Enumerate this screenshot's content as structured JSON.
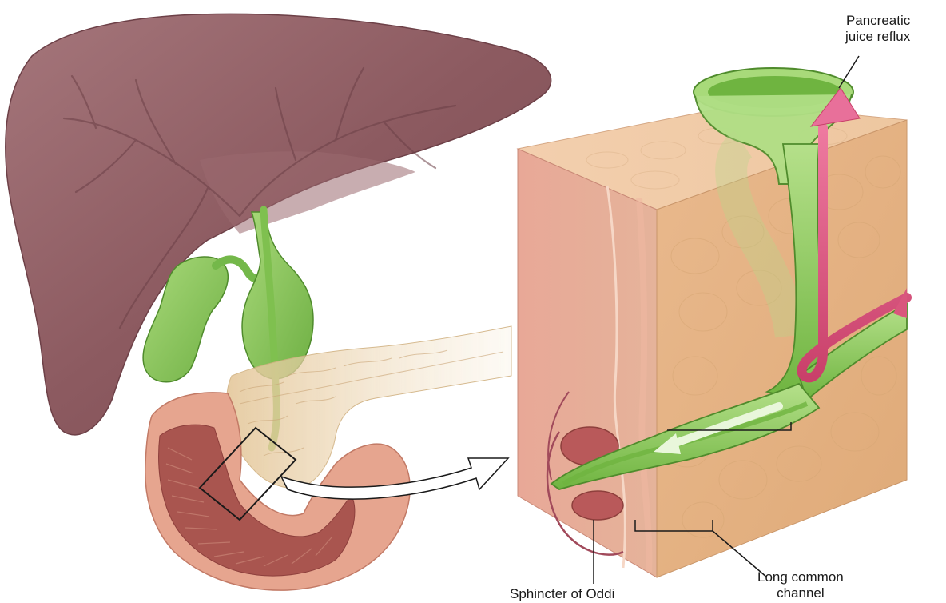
{
  "labels": {
    "pancreatic_reflux": [
      "Pancreatic",
      "juice reflux"
    ],
    "sphincter": "Sphincter of Oddi",
    "common_channel": [
      "Long common",
      "channel"
    ]
  },
  "colors": {
    "liver": "#8e5a5f",
    "liver_light": "#a8787c",
    "gallbladder": "#8cc65a",
    "pancreas": "#e9cfa6",
    "duodenum": "#e2a08c",
    "tissue": "#e2b083",
    "tissue_side": "#e3a98c",
    "duct_green": "#8ccb58",
    "reflux_arrow": "#d9567d"
  }
}
